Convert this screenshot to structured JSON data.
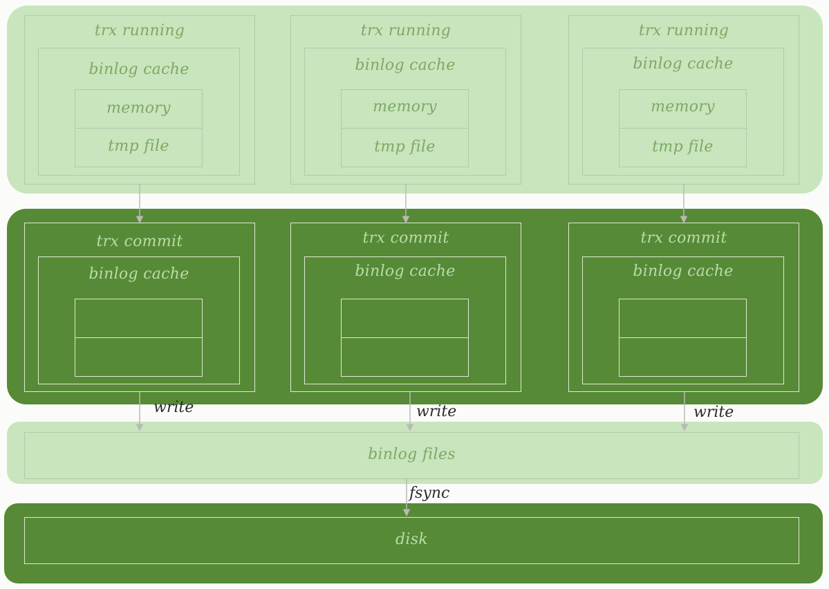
{
  "running": {
    "columns": [
      {
        "title": "trx running",
        "cache": "binlog cache",
        "memory": "memory",
        "tmp": "tmp file"
      },
      {
        "title": "trx running",
        "cache": "binlog cache",
        "memory": "memory",
        "tmp": "tmp file"
      },
      {
        "title": "trx running",
        "cache": "binlog cache",
        "memory": "memory",
        "tmp": "tmp file"
      }
    ]
  },
  "commit": {
    "columns": [
      {
        "title": "trx commit",
        "cache": "binlog cache"
      },
      {
        "title": "trx commit",
        "cache": "binlog cache"
      },
      {
        "title": "trx commit",
        "cache": "binlog cache"
      }
    ]
  },
  "edges": {
    "write": [
      "write",
      "write",
      "write"
    ],
    "fsync": "fsync"
  },
  "files": {
    "label": "binlog files"
  },
  "disk": {
    "label": "disk"
  },
  "colors": {
    "light_band": "#c8e5bd",
    "dark_band": "#578a36",
    "light_text": "#7fa864",
    "dark_text": "#b9dcaa",
    "arrow": "#b9b9b9"
  }
}
